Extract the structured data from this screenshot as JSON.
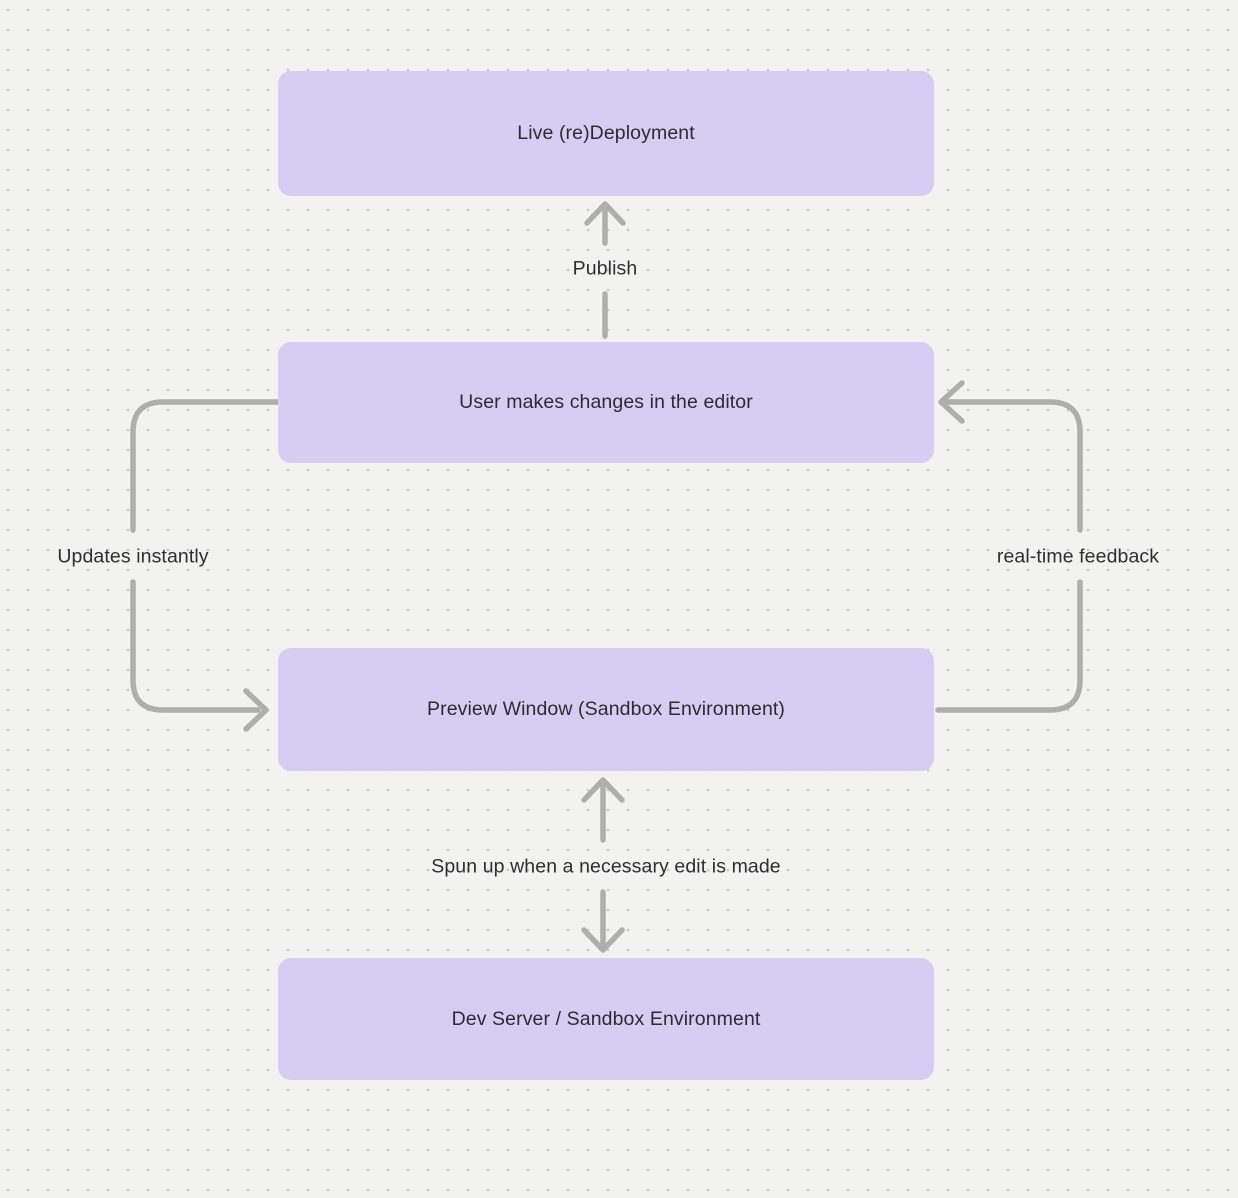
{
  "canvas": {
    "background_color": "#f2f2f1",
    "dot_grid_color": "#c7c7c7"
  },
  "colors": {
    "node_fill": "#d7cdf3",
    "node_text": "#2b2b33",
    "arrow": "#aeaeae",
    "edge_label_text": "#2e2e33"
  },
  "nodes": {
    "live_deployment": {
      "label": "Live (re)Deployment"
    },
    "editor": {
      "label": "User makes changes in the editor"
    },
    "preview": {
      "label": "Preview Window (Sandbox Environment)"
    },
    "dev_server": {
      "label": "Dev Server / Sandbox Environment"
    }
  },
  "edges": {
    "publish": {
      "label": "Publish",
      "from": "editor",
      "to": "live_deployment",
      "direction": "up"
    },
    "updates_instantly": {
      "label": "Updates instantly",
      "from": "editor",
      "to": "preview",
      "direction": "left-side-loop-down"
    },
    "realtime_feedback": {
      "label": "real-time feedback",
      "from": "preview",
      "to": "editor",
      "direction": "right-side-loop-up"
    },
    "spun_up": {
      "label": "Spun up when a necessary edit is made",
      "from": "preview",
      "to": "dev_server",
      "bidirectional": true
    }
  }
}
